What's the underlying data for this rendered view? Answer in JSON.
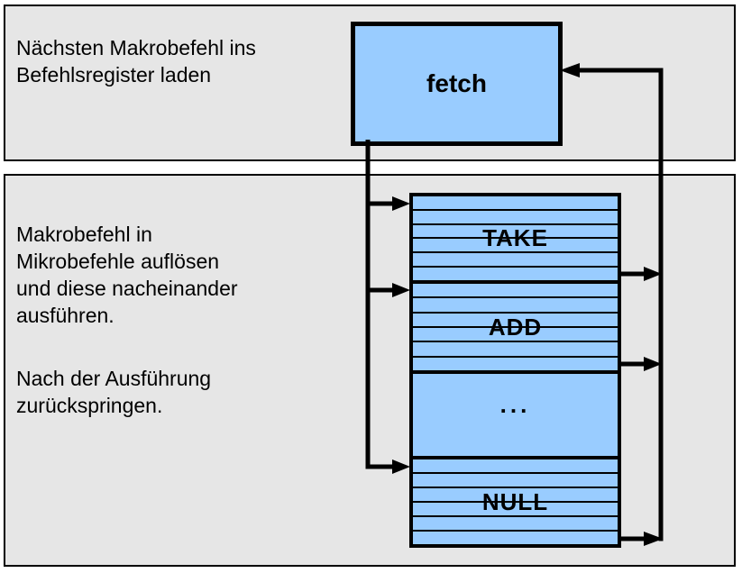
{
  "colors": {
    "panel_background": "#e6e6e6",
    "box_fill": "#99ccff",
    "line_color": "#000000",
    "page_background": "#ffffff"
  },
  "top_panel": {
    "caption_lines": [
      "Nächsten Makrobefehl ins",
      "Befehlsregister laden"
    ],
    "fetch_label": "fetch"
  },
  "bottom_panel": {
    "paragraph1_lines": [
      "Makrobefehl in",
      "Mikrobefehle auflösen",
      "und diese nacheinander",
      "ausführen."
    ],
    "paragraph2_lines": [
      "Nach der Ausführung",
      "zurückspringen."
    ],
    "microprograms": [
      {
        "label": "TAKE",
        "striped": true
      },
      {
        "label": "ADD",
        "striped": true
      },
      {
        "label": "...",
        "striped": false
      },
      {
        "label": "NULL",
        "striped": true
      }
    ]
  }
}
